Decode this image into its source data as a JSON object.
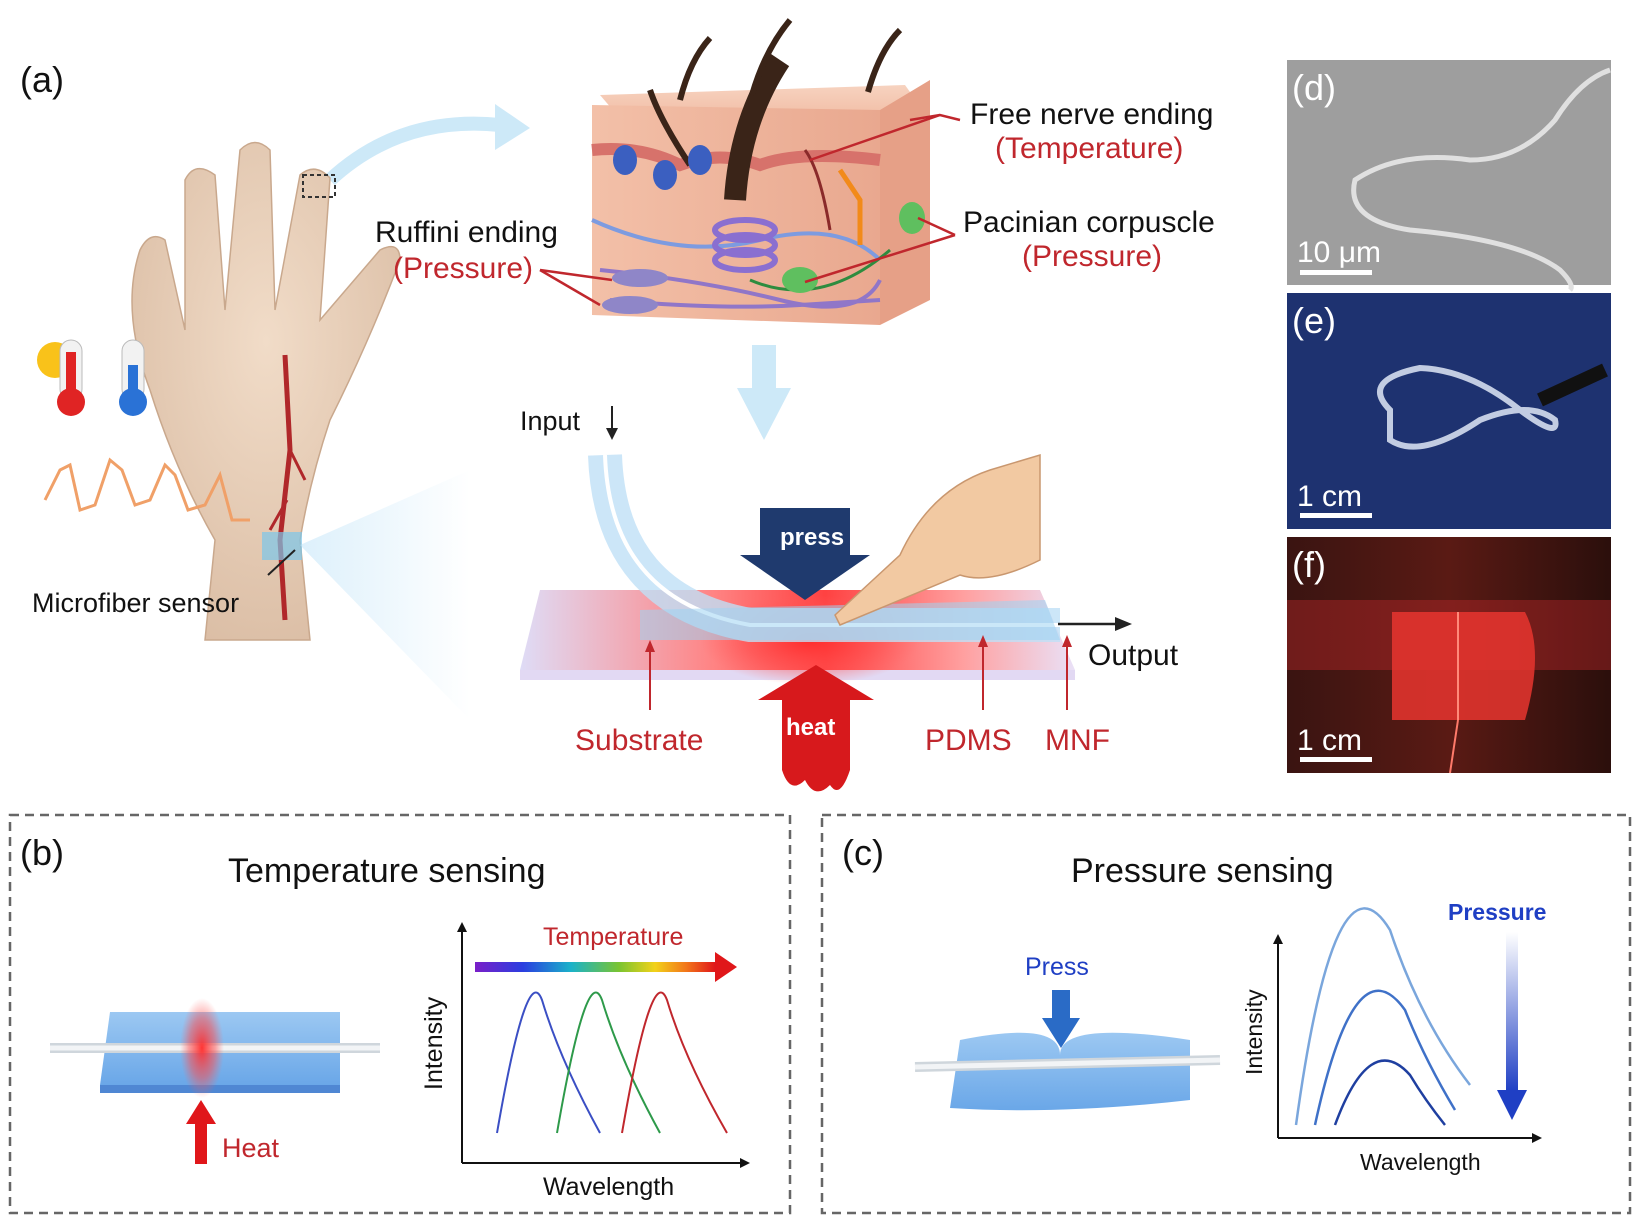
{
  "panels": {
    "a": {
      "letter": "(a)",
      "skin_labels": {
        "free_nerve": "Free nerve ending",
        "free_nerve_sub": "(Temperature)",
        "pacinian": "Pacinian corpuscle",
        "pacinian_sub": "(Pressure)",
        "ruffini": "Ruffini ending",
        "ruffini_sub": "(Pressure)"
      },
      "microfiber_label": "Microfiber sensor",
      "device_labels": {
        "input": "Input",
        "output": "Output",
        "press": "press",
        "heat": "heat",
        "substrate": "Substrate",
        "pdms": "PDMS",
        "mnf": "MNF"
      }
    },
    "b": {
      "letter": "(b)",
      "title": "Temperature sensing",
      "heat_label": "Heat",
      "arrow_label": "Temperature",
      "xlabel": "Wavelength",
      "ylabel": "Intensity"
    },
    "c": {
      "letter": "(c)",
      "title": "Pressure sensing",
      "press_label": "Press",
      "arrow_label": "Pressure",
      "xlabel": "Wavelength",
      "ylabel": "Intensity"
    },
    "d": {
      "letter": "(d)",
      "scale": "10 μm"
    },
    "e": {
      "letter": "(e)",
      "scale": "1 cm"
    },
    "f": {
      "letter": "(f)",
      "scale": "1 cm"
    }
  },
  "colors": {
    "label_red": "#c0272d",
    "press_navy": "#1f3a6e",
    "heat_red": "#d7191c",
    "pressure_blue": "#1f3fc4",
    "skin": "#f2b9a0",
    "panel_d_bg": "#9e9e9e",
    "panel_e_bg": "#1e3270",
    "panel_f_bg": "#2a1210"
  },
  "icons": [
    "hand",
    "skin-block",
    "sun-thermometer-icon",
    "cold-thermometer-icon",
    "finger",
    "press-arrow",
    "heat-arrow"
  ]
}
